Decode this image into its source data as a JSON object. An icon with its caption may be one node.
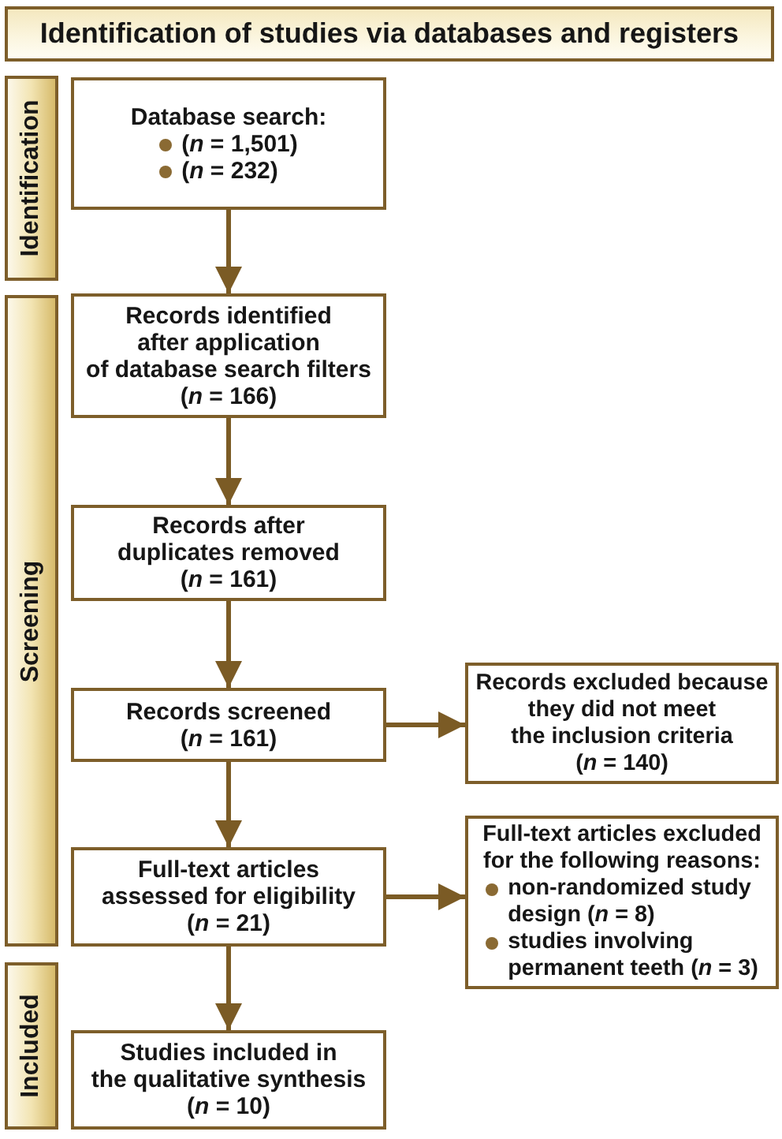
{
  "diagram": {
    "title": "Identification of studies via databases and registers",
    "nodes": [
      {
        "text": [
          "Identification"
        ]
      },
      {
        "text": [
          "Database search:",
          "(*n* = 1,501)",
          "(*n* = 232)"
        ]
      },
      {
        "text": [
          "Screening"
        ]
      },
      {
        "text": [
          "Records identified after application of database search filters (*n* = 166)"
        ]
      },
      {
        "text": [
          "Records after duplicates removed (*n* = 161)"
        ]
      },
      {
        "text": [
          "Records screened (*n* = 161)"
        ]
      },
      {
        "text": [
          "Records excluded because they did not meet the inclusion criteria (*n* = 140)"
        ]
      },
      {
        "text": [
          "Full-text articles assessed for eligibility (*n* = 21)"
        ]
      },
      {
        "text": [
          "Full-text articles excluded for the following reasons:",
          "non-randomized study design (*n* = 8)",
          "studies involving permanent teeth (*n* = 3)"
        ]
      },
      {
        "text": [
          "Included"
        ]
      },
      {
        "text": [
          "Studies included in the qualitative synthesis (*n* = 10)"
        ]
      }
    ],
    "edges": [
      {
        "from": 1,
        "to": 3,
        "arrow": "to"
      },
      {
        "from": 3,
        "to": 4,
        "arrow": "to"
      },
      {
        "from": 4,
        "to": 5,
        "arrow": "to"
      },
      {
        "from": 5,
        "to": 6,
        "arrow": "to"
      },
      {
        "from": 5,
        "to": 7,
        "arrow": "to"
      },
      {
        "from": 7,
        "to": 8,
        "arrow": "to"
      },
      {
        "from": 7,
        "to": 10,
        "arrow": "to"
      }
    ]
  }
}
